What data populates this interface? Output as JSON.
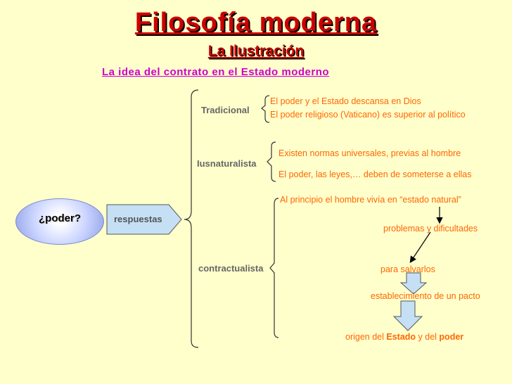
{
  "title": "Filosofía moderna",
  "subtitle": "La Ilustración",
  "heading": "La  idea del contrato en el Estado moderno",
  "question": "¿poder?",
  "answers_label": "respuestas",
  "categories": {
    "tradicional": {
      "label": "Tradicional",
      "items": [
        "El poder y el Estado descansa en Dios",
        "El poder religioso (Vaticano) es superior al político"
      ]
    },
    "iusnaturalista": {
      "label": "Iusnaturalista",
      "items": [
        "Existen normas universales, previas al hombre",
        "El poder, las leyes,… deben de someterse a ellas"
      ]
    },
    "contractualista": {
      "label": "contractualista",
      "steps": [
        "Al principio el hombre vivía en “estado natural”",
        "problemas y dificultades",
        "para salvarlos",
        "establecimiento de un pacto"
      ],
      "final": {
        "prefix": "origen del ",
        "estado": "Estado",
        "middle": " y del ",
        "poder": "poder"
      }
    }
  },
  "colors": {
    "background": "#ffffcc",
    "title": "#cc0000",
    "heading": "#cc00cc",
    "text": "#ff6600",
    "category": "#666666",
    "arrow": "#c5e0f5"
  }
}
